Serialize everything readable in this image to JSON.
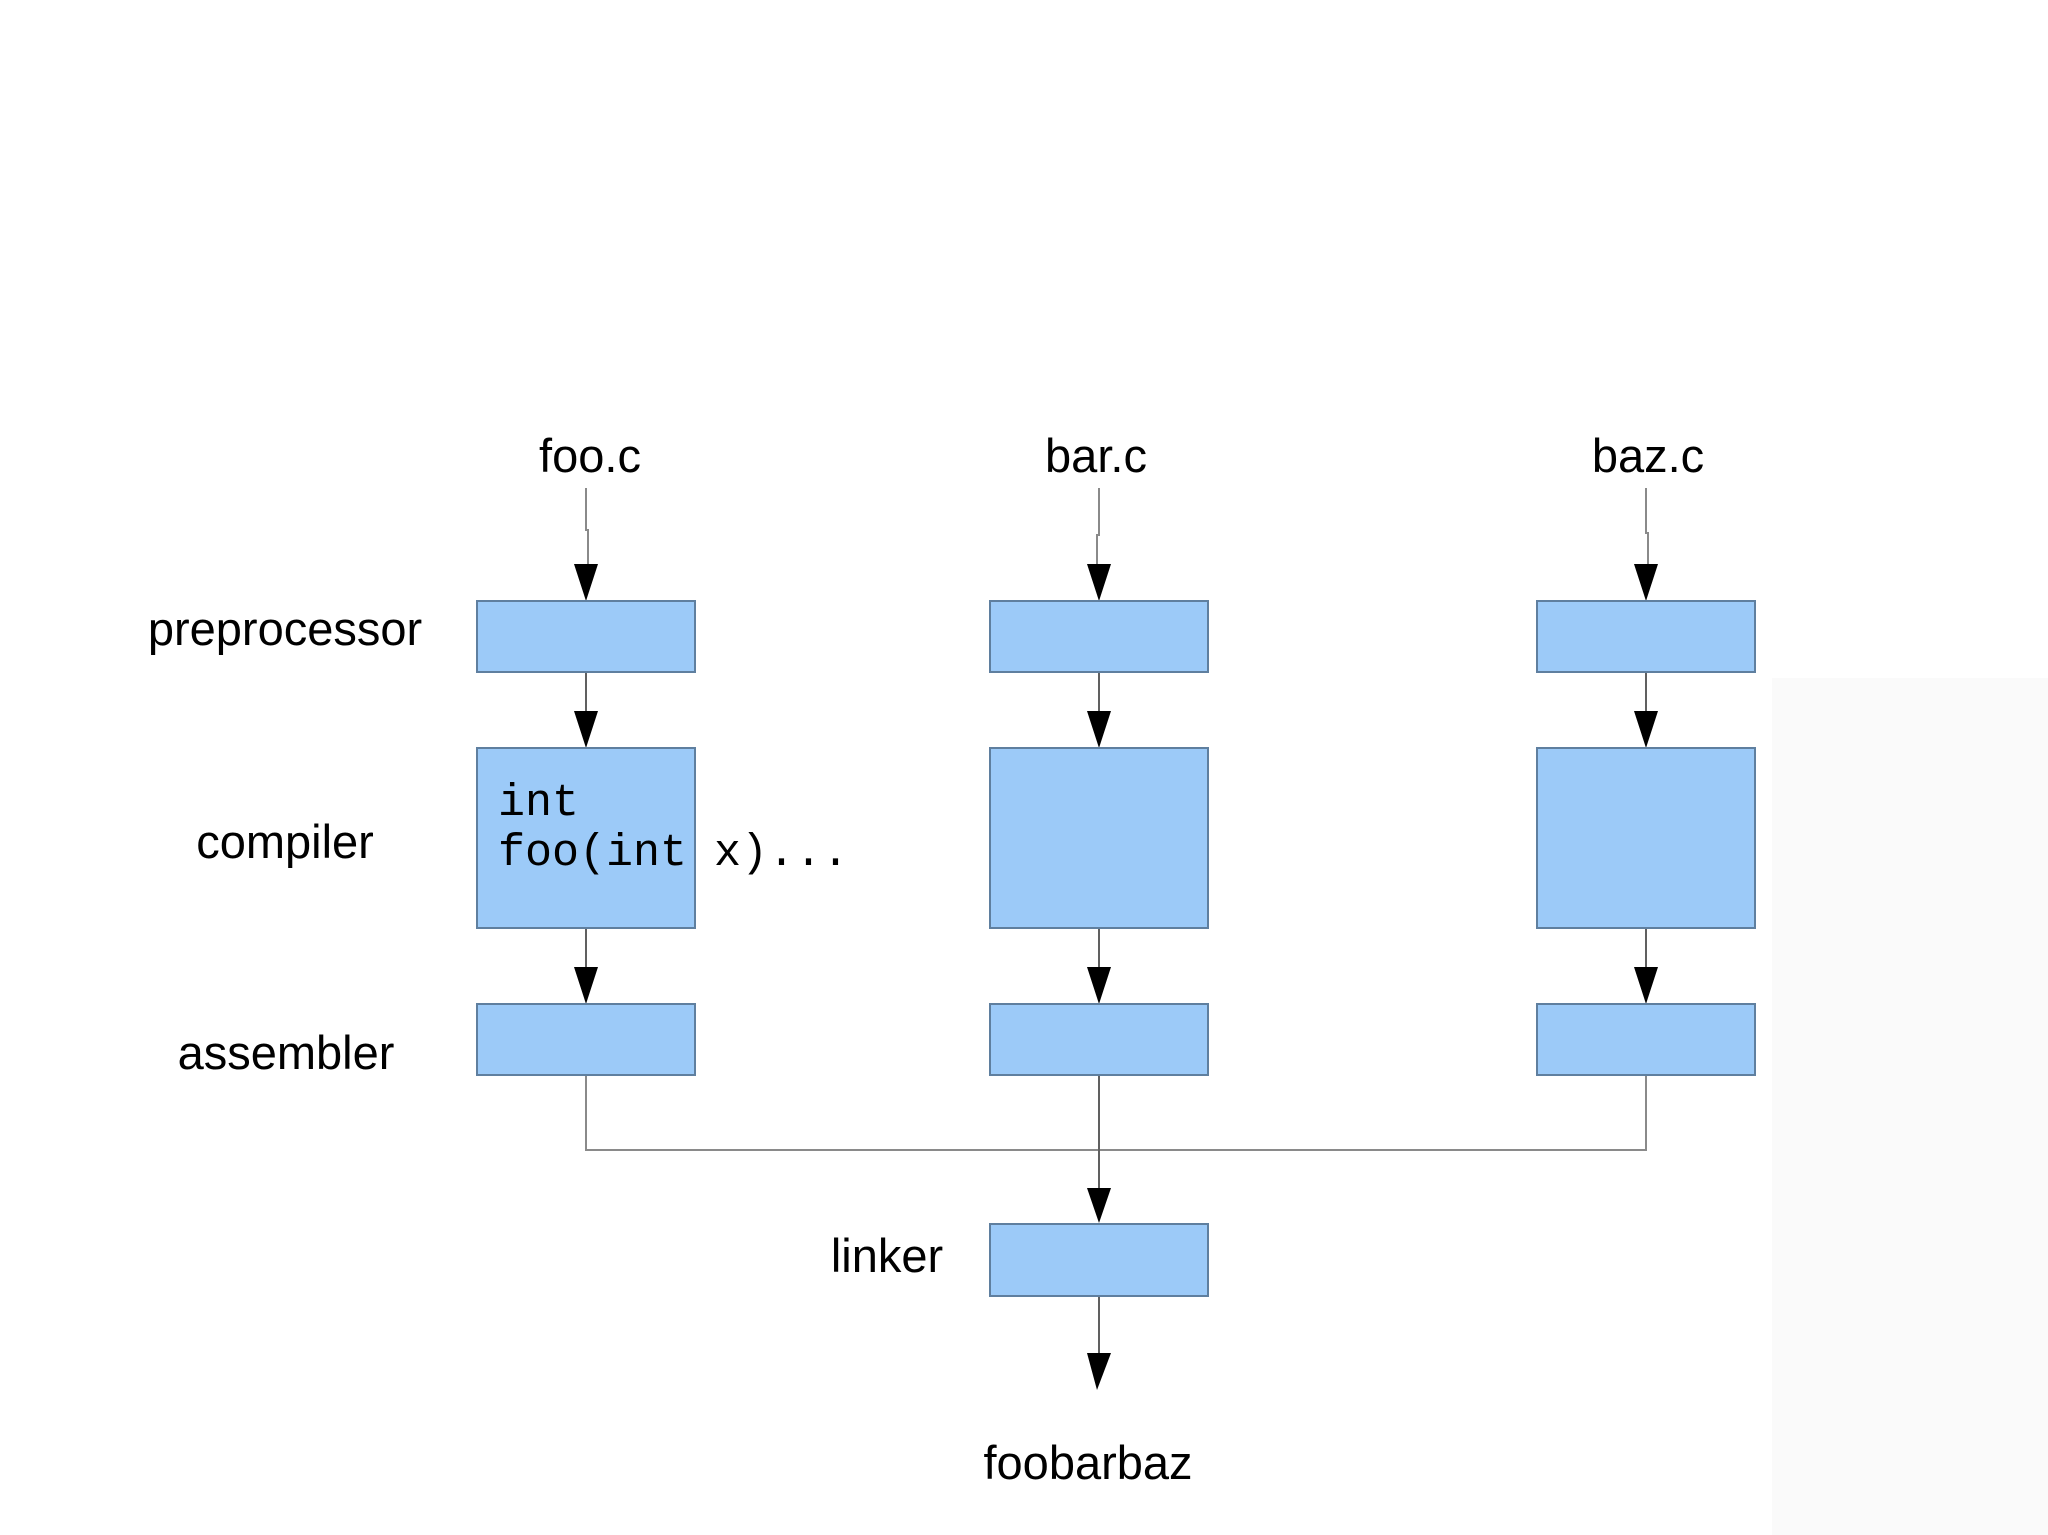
{
  "diagram": {
    "sources": [
      {
        "id": "foo",
        "label": "foo.c"
      },
      {
        "id": "bar",
        "label": "bar.c"
      },
      {
        "id": "baz",
        "label": "baz.c"
      }
    ],
    "stages": [
      {
        "id": "preprocessor",
        "label": "preprocessor"
      },
      {
        "id": "compiler",
        "label": "compiler"
      },
      {
        "id": "assembler",
        "label": "assembler"
      },
      {
        "id": "linker",
        "label": "linker"
      }
    ],
    "compiler_annotation": "int\nfoo(int x)...",
    "output": {
      "label": "foobarbaz"
    },
    "colors": {
      "box_fill": "#9ccaf8",
      "box_border": "#5f7f9f",
      "connector_line": "#606060",
      "elbow_line": "#8a8a8a",
      "input_line": "#8a8a8a",
      "arrowhead": "#000000",
      "background": "#ffffff"
    }
  }
}
